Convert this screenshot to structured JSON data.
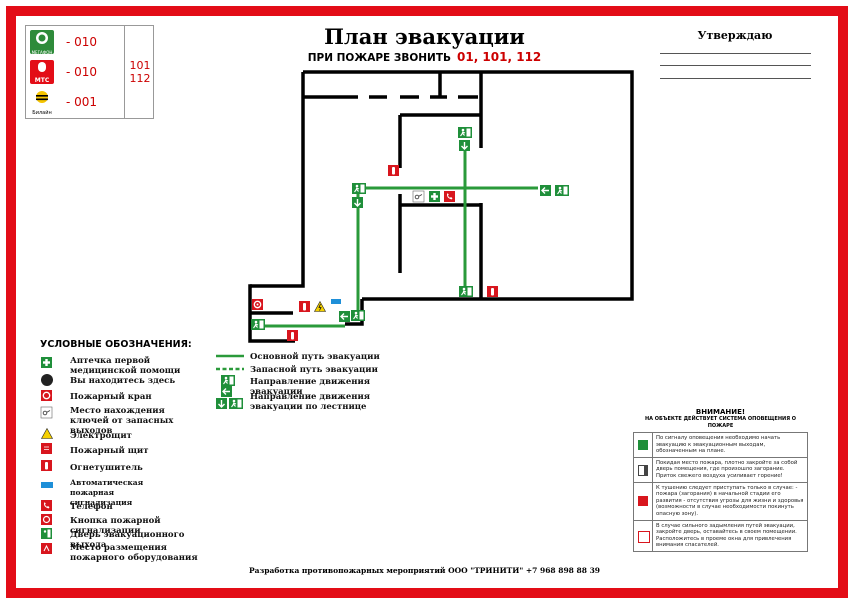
{
  "header": {
    "title": "План эвакуации",
    "subtitle": "ПРИ ПОЖАРЕ ЗВОНИТЬ",
    "emergency_numbers": "01, 101, 112",
    "approve": "Утверждаю"
  },
  "phones": {
    "operators": [
      {
        "logo": "МЕГАФОН",
        "code": "- 010",
        "color": "#2e8b3a"
      },
      {
        "logo": "МТС",
        "code": "- 010",
        "color": "#e30d17"
      },
      {
        "logo": "Билайн",
        "code": "- 001",
        "color": "#f5c400"
      }
    ],
    "common_1": "101",
    "common_2": "112"
  },
  "legend": {
    "title": "УСЛОВНЫЕ ОБОЗНАЧЕНИЯ:",
    "items": [
      "Аптечка первой медицинской помощи",
      "Вы находитесь здесь",
      "Пожарный кран",
      "Место нахождения ключей от запасных выходов",
      "Электрощит",
      "Пожарный щит",
      "Огнетушитель",
      "Автоматическая пожарная сигнализация",
      "Телефон",
      "Кнопка пожарной сигнализации",
      "Дверь эвакуационного выхода",
      "Место размещения пожарного оборудования"
    ],
    "routes": [
      "Основной путь эвакуации",
      "Запасной путь эвакуации",
      "Направление движения эвакуации",
      "Направление движения эвакуации по лестнице"
    ]
  },
  "warning": {
    "title": "ВНИМАНИЕ!",
    "subtitle": "НА ОБЪЕКТЕ ДЕЙСТВУЕТ СИСТЕМА ОПОВЕЩЕНИЯ О ПОЖАРЕ",
    "rows": [
      "По сигналу оповещения необходимо начать эвакуацию к эвакуационным выходам, обозначенным на плане.",
      "Покидая место пожара, плотно закройте за собой дверь помещения, где произошло загорание. Приток свежего воздуха усиливает горение!",
      "К тушению следует приступать только в случае: - пожара (загорания) в начальной стадии его развития - отсутствия угрозы для жизни и здоровья (возможности в случае необходимости покинуть опасную зону).",
      "В случае сильного задымления путей эвакуации, закройте дверь, оставайтесь в своем помещении. Расположитесь в проеме окна для привлечения внимания спасателей."
    ]
  },
  "footer": "Разработка противопожарных мероприятий ООО \"ТРИНИТИ\" +7 968 898 88 39",
  "colors": {
    "frame": "#e30d17",
    "route": "#2a9a3a",
    "sign_green": "#1f8f3a",
    "sign_red": "#d8161e"
  }
}
